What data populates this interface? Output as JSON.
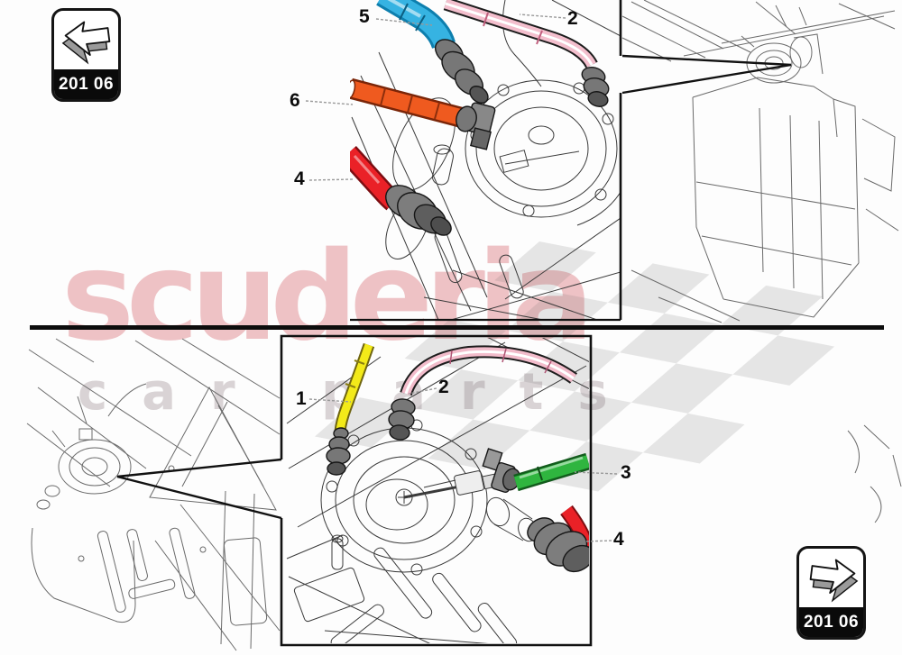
{
  "watermark": {
    "brand": "scuderia",
    "sub": "car parts"
  },
  "nav": {
    "prev_label": "201 06",
    "next_label": "201 06"
  },
  "callouts": {
    "top": [
      {
        "num": "5",
        "part_color": "#36b3e2"
      },
      {
        "num": "2",
        "part_color": "#f2bccb"
      },
      {
        "num": "6",
        "part_color": "#ef5a1f"
      },
      {
        "num": "4",
        "part_color": "#ea2127"
      }
    ],
    "bottom": [
      {
        "num": "1",
        "part_color": "#f3ea19"
      },
      {
        "num": "2",
        "part_color": "#f2bccb"
      },
      {
        "num": "3",
        "part_color": "#2fb53f"
      },
      {
        "num": "4",
        "part_color": "#ea2127"
      }
    ]
  },
  "colors": {
    "watermark_pink": "rgba(206,60,70,0.30)",
    "watermark_gray": "rgba(150,132,138,0.35)",
    "line_art": "#3a3a3a",
    "overview_line": "#6a6a6a",
    "divider": "#0d0d0d"
  }
}
